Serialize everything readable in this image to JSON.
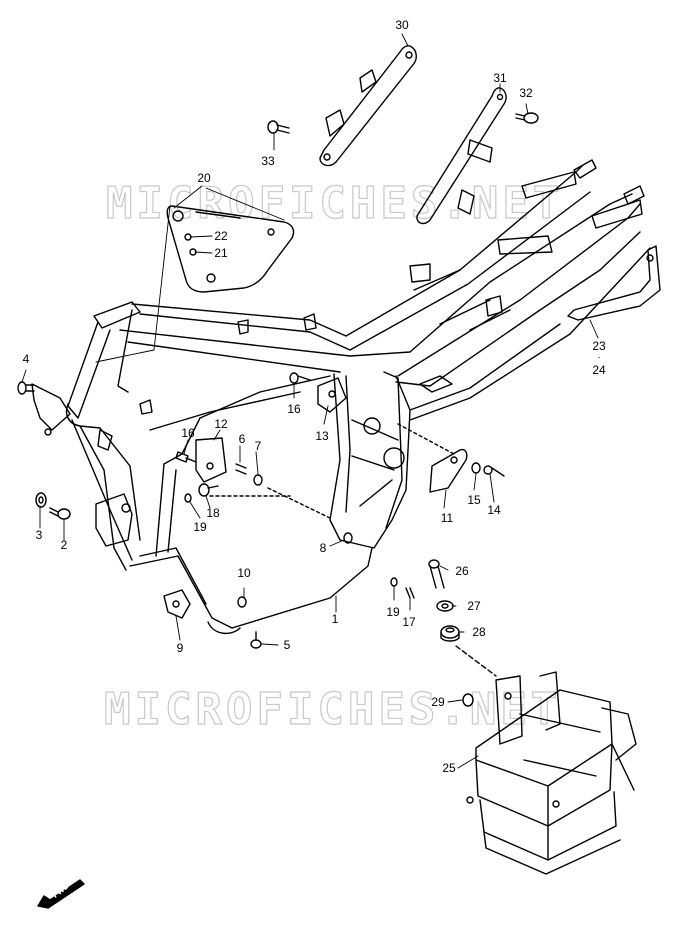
{
  "watermarks": [
    "MICROFICHES.NET",
    "MICROFICHES.NET"
  ],
  "fwd_label": "FWD",
  "callouts": [
    {
      "id": "30",
      "label": "30"
    },
    {
      "id": "31",
      "label": "31"
    },
    {
      "id": "32",
      "label": "32"
    },
    {
      "id": "33",
      "label": "33"
    },
    {
      "id": "20",
      "label": "20"
    },
    {
      "id": "22",
      "label": "22"
    },
    {
      "id": "21",
      "label": "21"
    },
    {
      "id": "4",
      "label": "4"
    },
    {
      "id": "23",
      "label": "23"
    },
    {
      "id": "24",
      "label": "24"
    },
    {
      "id": "16a",
      "label": "16"
    },
    {
      "id": "13",
      "label": "13"
    },
    {
      "id": "12",
      "label": "12"
    },
    {
      "id": "16b",
      "label": "16"
    },
    {
      "id": "6",
      "label": "6"
    },
    {
      "id": "7",
      "label": "7"
    },
    {
      "id": "3",
      "label": "3"
    },
    {
      "id": "2",
      "label": "2"
    },
    {
      "id": "18",
      "label": "18"
    },
    {
      "id": "19a",
      "label": "19"
    },
    {
      "id": "11",
      "label": "11"
    },
    {
      "id": "15",
      "label": "15"
    },
    {
      "id": "14",
      "label": "14"
    },
    {
      "id": "8",
      "label": "8"
    },
    {
      "id": "26",
      "label": "26"
    },
    {
      "id": "10",
      "label": "10"
    },
    {
      "id": "1",
      "label": "1"
    },
    {
      "id": "19b",
      "label": "19"
    },
    {
      "id": "17",
      "label": "17"
    },
    {
      "id": "27",
      "label": "27"
    },
    {
      "id": "9",
      "label": "9"
    },
    {
      "id": "28",
      "label": "28"
    },
    {
      "id": "5",
      "label": "5"
    },
    {
      "id": "29",
      "label": "29"
    },
    {
      "id": "25",
      "label": "25"
    }
  ]
}
